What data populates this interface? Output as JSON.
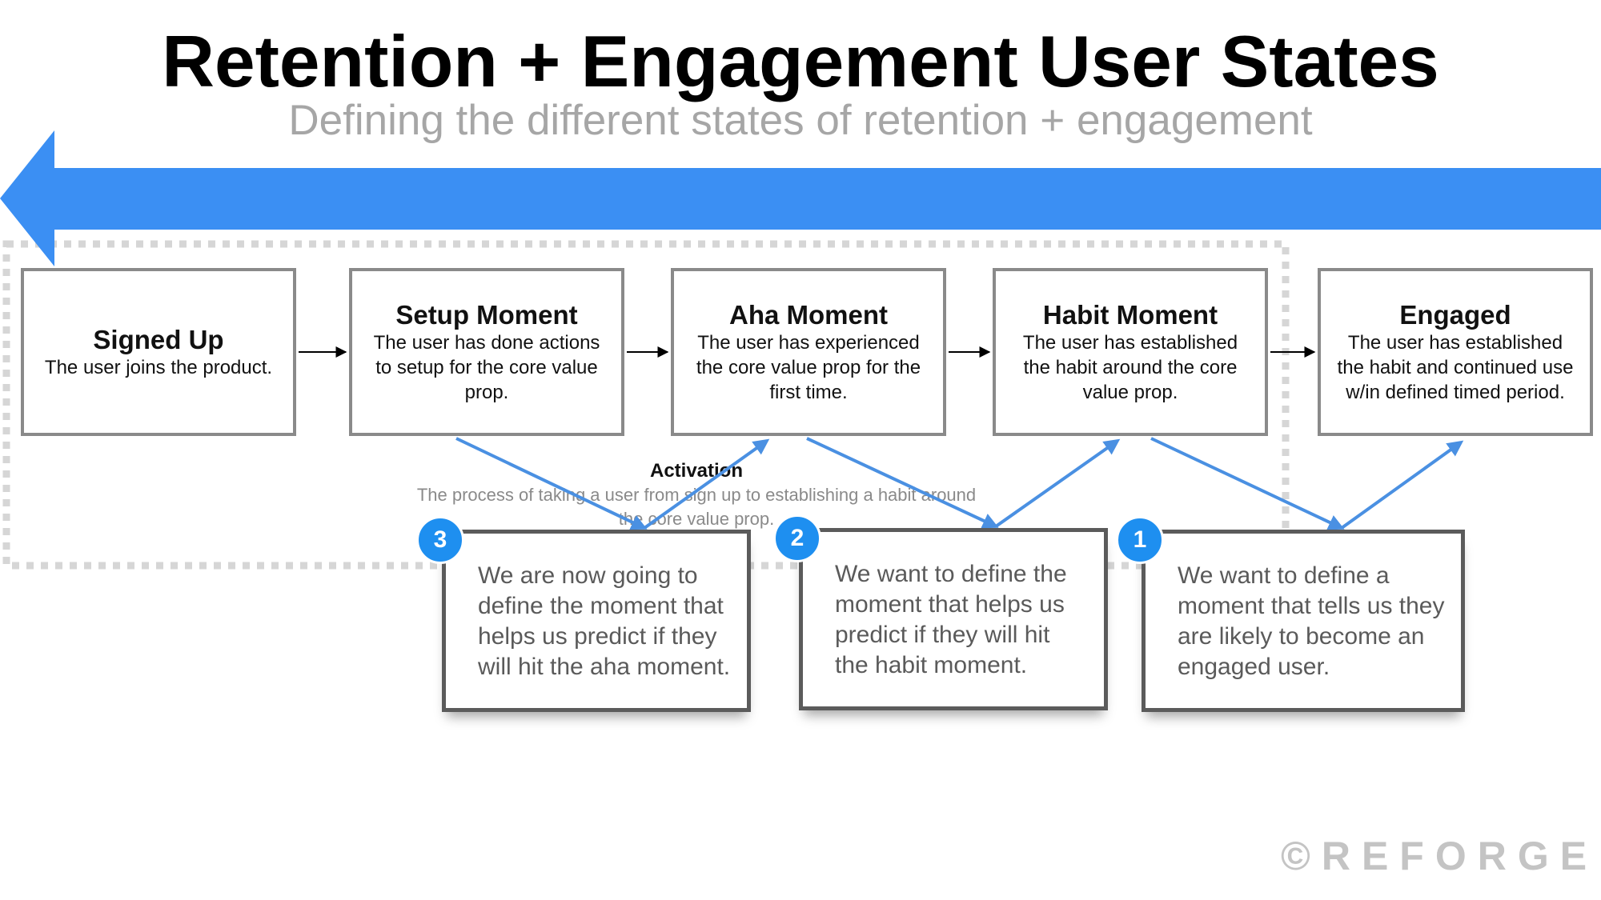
{
  "header": {
    "title": "Retention + Engagement User States",
    "subtitle": "Defining the different states of retention + engagement"
  },
  "stages": [
    {
      "title": "Signed Up",
      "description": "The user joins the product."
    },
    {
      "title": "Setup Moment",
      "description": "The user has done actions to setup for the core value prop."
    },
    {
      "title": "Aha Moment",
      "description": "The user has experienced the core value prop for the first time."
    },
    {
      "title": "Habit Moment",
      "description": "The user has established the habit around the core value prop."
    },
    {
      "title": "Engaged",
      "description": "The user has established the habit and continued use w/in defined timed period."
    }
  ],
  "activation": {
    "title": "Activation",
    "description": "The process of taking a user from sign up to establishing a habit around the core value prop."
  },
  "notes": [
    {
      "badge": "3",
      "text": "We are now going to define the moment that helps us predict if they will hit the aha moment."
    },
    {
      "badge": "2",
      "text": "We want to define the moment that helps us predict if they will hit the habit moment."
    },
    {
      "badge": "1",
      "text": "We want to define a moment that tells us they are likely to become an engaged user."
    }
  ],
  "brand": "©REFORGE",
  "colors": {
    "arrow_blue": "#3b8ff3",
    "connector_blue": "#4a90e2",
    "badge_blue": "#1e8ff0",
    "stage_border": "#8a8a8a",
    "note_border": "#5b5b5b",
    "dotted_region": "#d6d6d6"
  }
}
